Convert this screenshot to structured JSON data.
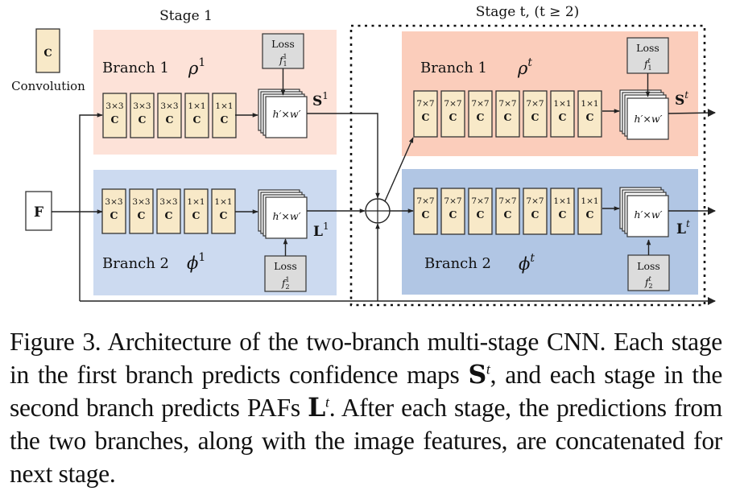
{
  "colors": {
    "branch1_stage1_bg": "#fde2d8",
    "branch2_stage1_bg": "#ccdaf0",
    "branch1_staget_bg": "#fbcdbb",
    "branch2_staget_bg": "#b1c6e4",
    "conv_fill": "#f8e9c8",
    "loss_fill": "#dcdcdc",
    "line": "#222222"
  },
  "legend": {
    "conv_symbol": "C",
    "conv_label": "Convolution"
  },
  "input": {
    "label": "F"
  },
  "stage1": {
    "title": "Stage 1",
    "branch1": {
      "label": "Branch 1",
      "symbol": "ρ",
      "symbol_sup": "1",
      "convs": [
        "3×3",
        "3×3",
        "3×3",
        "1×1",
        "1×1"
      ],
      "conv_letter": "C",
      "feature_label": "h′×w′",
      "output": "S",
      "output_sup": "1",
      "loss_label": "Loss",
      "loss_f": "f",
      "loss_sub": "1",
      "loss_sup": "1"
    },
    "branch2": {
      "label": "Branch 2",
      "symbol": "ϕ",
      "symbol_sup": "1",
      "convs": [
        "3×3",
        "3×3",
        "3×3",
        "1×1",
        "1×1"
      ],
      "conv_letter": "C",
      "feature_label": "h′×w′",
      "output": "L",
      "output_sup": "1",
      "loss_label": "Loss",
      "loss_f": "f",
      "loss_sub": "2",
      "loss_sup": "1"
    }
  },
  "staget": {
    "title": "Stage t, (t ≥ 2)",
    "branch1": {
      "label": "Branch 1",
      "symbol": "ρ",
      "symbol_sup": "t",
      "convs": [
        "7×7",
        "7×7",
        "7×7",
        "7×7",
        "7×7",
        "1×1",
        "1×1"
      ],
      "conv_letter": "C",
      "feature_label": "h′×w′",
      "output": "S",
      "output_sup": "t",
      "loss_label": "Loss",
      "loss_f": "f",
      "loss_sub": "1",
      "loss_sup": "t"
    },
    "branch2": {
      "label": "Branch 2",
      "symbol": "ϕ",
      "symbol_sup": "t",
      "convs": [
        "7×7",
        "7×7",
        "7×7",
        "7×7",
        "7×7",
        "1×1",
        "1×1"
      ],
      "conv_letter": "C",
      "feature_label": "h′×w′",
      "output": "L",
      "output_sup": "t",
      "loss_label": "Loss",
      "loss_f": "f",
      "loss_sub": "2",
      "loss_sup": "t"
    }
  },
  "caption": {
    "part1": "Figure 3. Architecture of the two-branch multi-stage CNN. Each stage in the first branch predicts confidence maps ",
    "s_symbol": "S",
    "s_sup": "t",
    "part2": ", and each stage in the second branch predicts PAFs ",
    "l_symbol": "L",
    "l_sup": "t",
    "part3": ". After each stage, the predictions from the two branches, along with the image features, are concatenated for next stage."
  }
}
